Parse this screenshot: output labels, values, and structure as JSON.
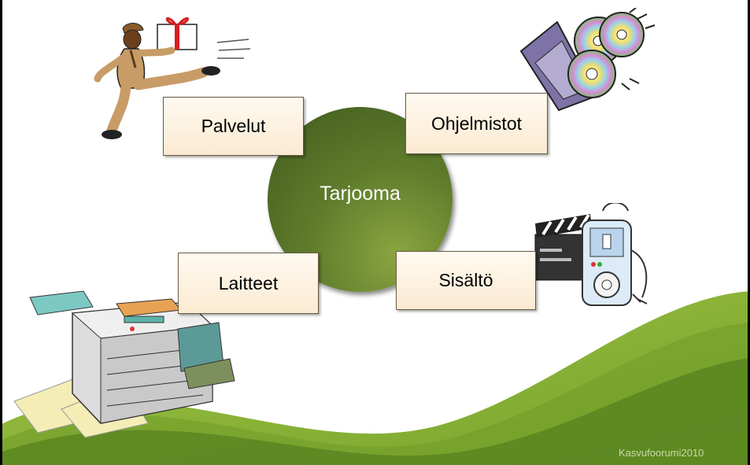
{
  "diagram": {
    "center": "Tarjooma",
    "items": {
      "palvelut": "Palvelut",
      "ohjelmistot": "Ohjelmistot",
      "laitteet": "Laitteet",
      "sisalto": "Sisältö"
    }
  },
  "footer": {
    "text": "Kasvufoorumi2010"
  },
  "colors": {
    "wave_light": "#8cb33a",
    "wave_dark": "#4e7a1c",
    "circle": "#5f7c2c",
    "box_fill": "#fbead2"
  },
  "icons": [
    "delivery-man-icon",
    "software-cds-icon",
    "photocopier-icon",
    "media-player-icon"
  ]
}
